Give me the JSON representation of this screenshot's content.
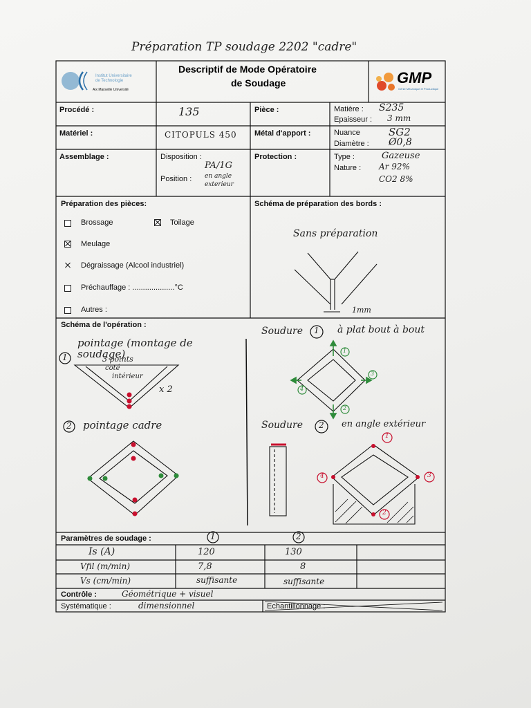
{
  "handwritten_title": "Préparation TP soudage 2202 \"cadre\"",
  "header": {
    "institution": [
      "Institut Universitaire",
      "de Technologie",
      "Aix Marseille Université"
    ],
    "title_line1": "Descriptif de Mode Opératoire",
    "title_line2": "de Soudage",
    "logo_text": "GMP",
    "logo_sub": "Génie Mécanique et Productique"
  },
  "rows": {
    "procede_label": "Procédé :",
    "procede_value": "135",
    "piece_label": "Pièce :",
    "matiere_label": "Matière :",
    "matiere_value": "S235",
    "epaisseur_label": "Epaisseur :",
    "epaisseur_value": "3 mm",
    "materiel_label": "Matériel :",
    "materiel_value": "CITOPULS 450",
    "metal_label": "Métal d'apport :",
    "nuance_label": "Nuance",
    "nuance_value": "SG2",
    "diametre_label": "Diamètre :",
    "diametre_value": "Ø0,8",
    "assemblage_label": "Assemblage :",
    "disposition_label": "Disposition :",
    "disposition_value": "PA/1G",
    "position_label": "Position :",
    "position_value_1": "en angle",
    "position_value_2": "exterieur",
    "protection_label": "Protection :",
    "type_label": "Type :",
    "type_value": "Gazeuse",
    "nature_label": "Nature :",
    "nature_value_1": "Ar 92%",
    "nature_value_2": "CO2 8%"
  },
  "preparation": {
    "title": "Préparation des pièces:",
    "options": [
      {
        "label": "Brossage",
        "checked": false
      },
      {
        "label": "Toilage",
        "checked": true
      },
      {
        "label": "Meulage",
        "checked": true
      },
      {
        "label": "Dégraissage (Alcool industriel)",
        "checked": true
      },
      {
        "label": "Préchauffage : ....................°C",
        "checked": false
      },
      {
        "label": "Autres :",
        "checked": false
      }
    ]
  },
  "schema_bords": {
    "title": "Schéma de préparation des bords :",
    "note": "Sans préparation",
    "gap": "1mm"
  },
  "operation": {
    "title": "Schéma de l'opération :",
    "step1_num": "1",
    "step1_label": "pointage (montage de soudage)",
    "step1_note_1": "3 points",
    "step1_note_2": "coté",
    "step1_note_3": "intérieur",
    "step1_mult": "x 2",
    "step2_num": "2",
    "step2_label": "pointage cadre",
    "weld1_label": "Soudure",
    "weld1_num": "1",
    "weld1_desc": "à plat bout à bout",
    "weld2_label": "Soudure",
    "weld2_num": "2",
    "weld2_desc": "en angle extérieur",
    "marks": [
      "1",
      "2",
      "3",
      "4"
    ]
  },
  "parametres": {
    "title": "Paramètres de soudage :",
    "col1": "1",
    "col2": "2",
    "rows": [
      {
        "label": "Is (A)",
        "v1": "120",
        "v2": "130"
      },
      {
        "label": "Vfil (m/min)",
        "v1": "7,8",
        "v2": "8"
      },
      {
        "label": "Vs (cm/min)",
        "v1": "suffisante",
        "v2": "suffisante"
      }
    ]
  },
  "footer": {
    "controle_label": "Contrôle :",
    "controle_value": "Géométrique + visuel",
    "systematique_label": "Systématique :",
    "systematique_value": "dimensionnel",
    "echantillonnage_label": "Echantillonnage :"
  },
  "colors": {
    "ink": "#111111",
    "red_mark": "#c8102e",
    "green_mark": "#2e8b3a",
    "logo_orange": "#e8752a"
  }
}
